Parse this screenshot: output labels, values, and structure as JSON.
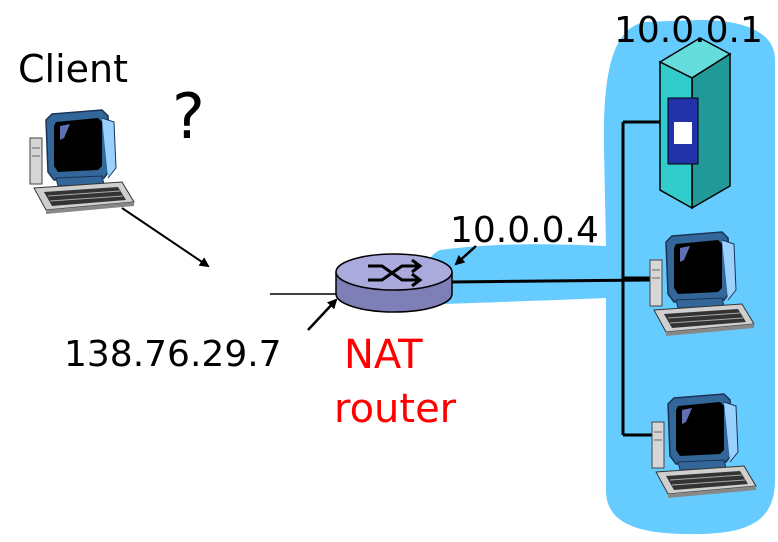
{
  "labels": {
    "client": "Client",
    "question": "?",
    "server_ip": "10.0.0.1",
    "router_private_ip": "10.0.0.4",
    "router_public_ip": "138.76.29.7",
    "router_name_line1": "NAT",
    "router_name_line2": "router"
  },
  "colors": {
    "private_network": "#66ccff",
    "router_body": "#9999cc",
    "server_body": "#33cccc",
    "monitor_frame": "#336699",
    "monitor_screen": "#000000",
    "router_label": "#ff0000",
    "text": "#000000"
  },
  "icons": {
    "client": "desktop-computer-icon",
    "server": "server-tower-icon",
    "host": "desktop-computer-icon",
    "router": "router-icon"
  }
}
